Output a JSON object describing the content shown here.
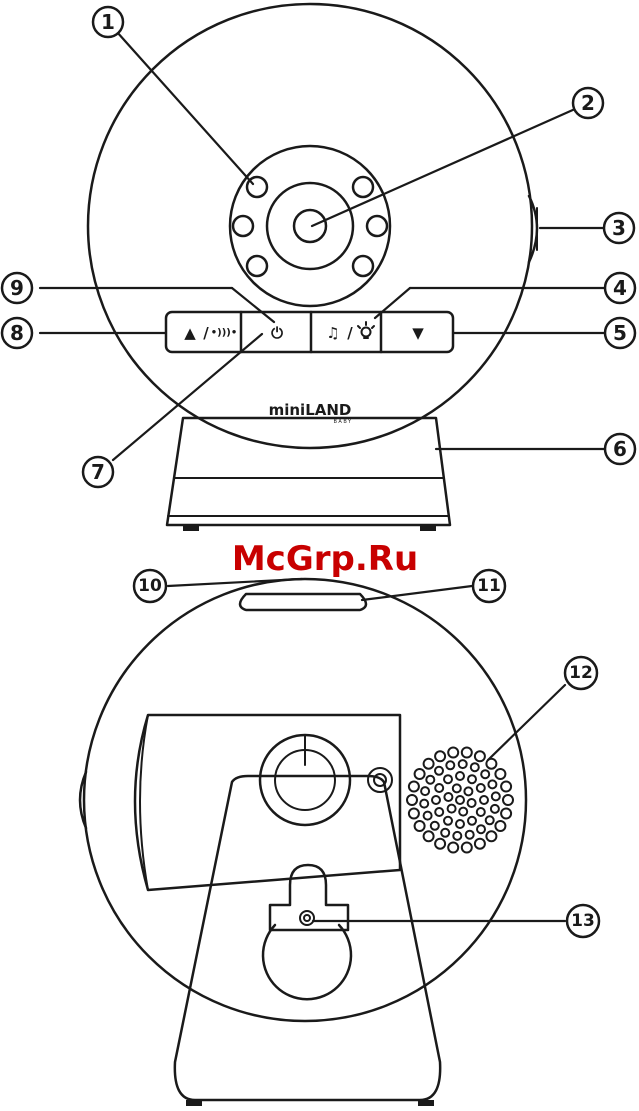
{
  "watermark": "McGrp.Ru",
  "brand": {
    "name": "miniLAND",
    "sub": "BABY"
  },
  "buttons": {
    "up_symbol": "▲",
    "sep1": "/",
    "vox_symbol": "•)))•",
    "power_symbol": "⏻",
    "music_symbol": "♫",
    "sep2": "/",
    "light_symbol": "💡",
    "down_symbol": "▼"
  },
  "callouts": [
    "1",
    "2",
    "3",
    "4",
    "5",
    "6",
    "7",
    "8",
    "9",
    "10",
    "11",
    "12",
    "13"
  ]
}
